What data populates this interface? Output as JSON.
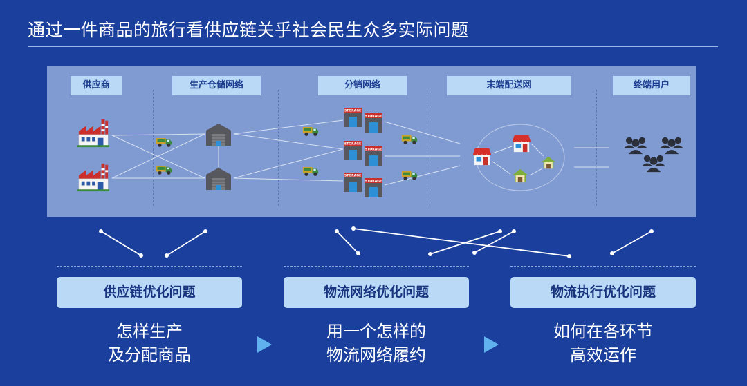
{
  "title": "通过一件商品的旅行看供应链关乎社会民生众多实际问题",
  "stages": [
    {
      "label": "供应商"
    },
    {
      "label": "生产仓储网络"
    },
    {
      "label": "分销网络"
    },
    {
      "label": "末端配送网"
    },
    {
      "label": "终端用户"
    }
  ],
  "storage_text": "STORAGE",
  "categories": [
    {
      "label": "供应链优化问题",
      "desc": [
        "怎样生产",
        "及分配商品"
      ]
    },
    {
      "label": "物流网络优化问题",
      "desc": [
        "用一个怎样的",
        "物流网络履约"
      ]
    },
    {
      "label": "物流执行优化问题",
      "desc": [
        "如何在各环节",
        "高效运作"
      ]
    }
  ],
  "colors": {
    "background": "#1a3f9c",
    "panel": "#7f9bd2",
    "label_bg": "#b9d9f7",
    "label_text": "#1c3d8f",
    "arrow": "#5fb2ee"
  }
}
